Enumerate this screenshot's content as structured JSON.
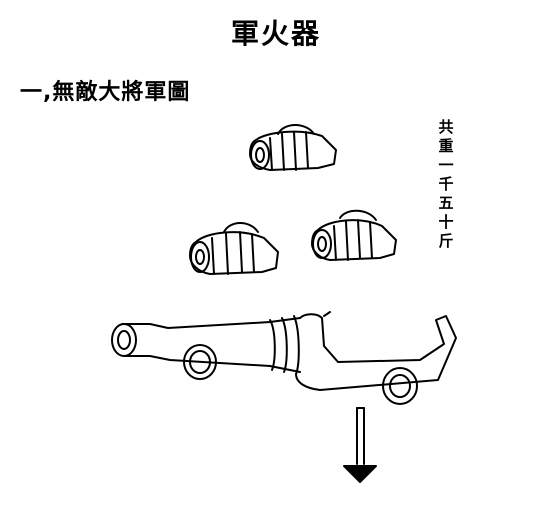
{
  "document": {
    "title": "軍火器",
    "section_heading": "一,無敵大將軍圖",
    "weight_note": "共重一千五十斤"
  }
}
